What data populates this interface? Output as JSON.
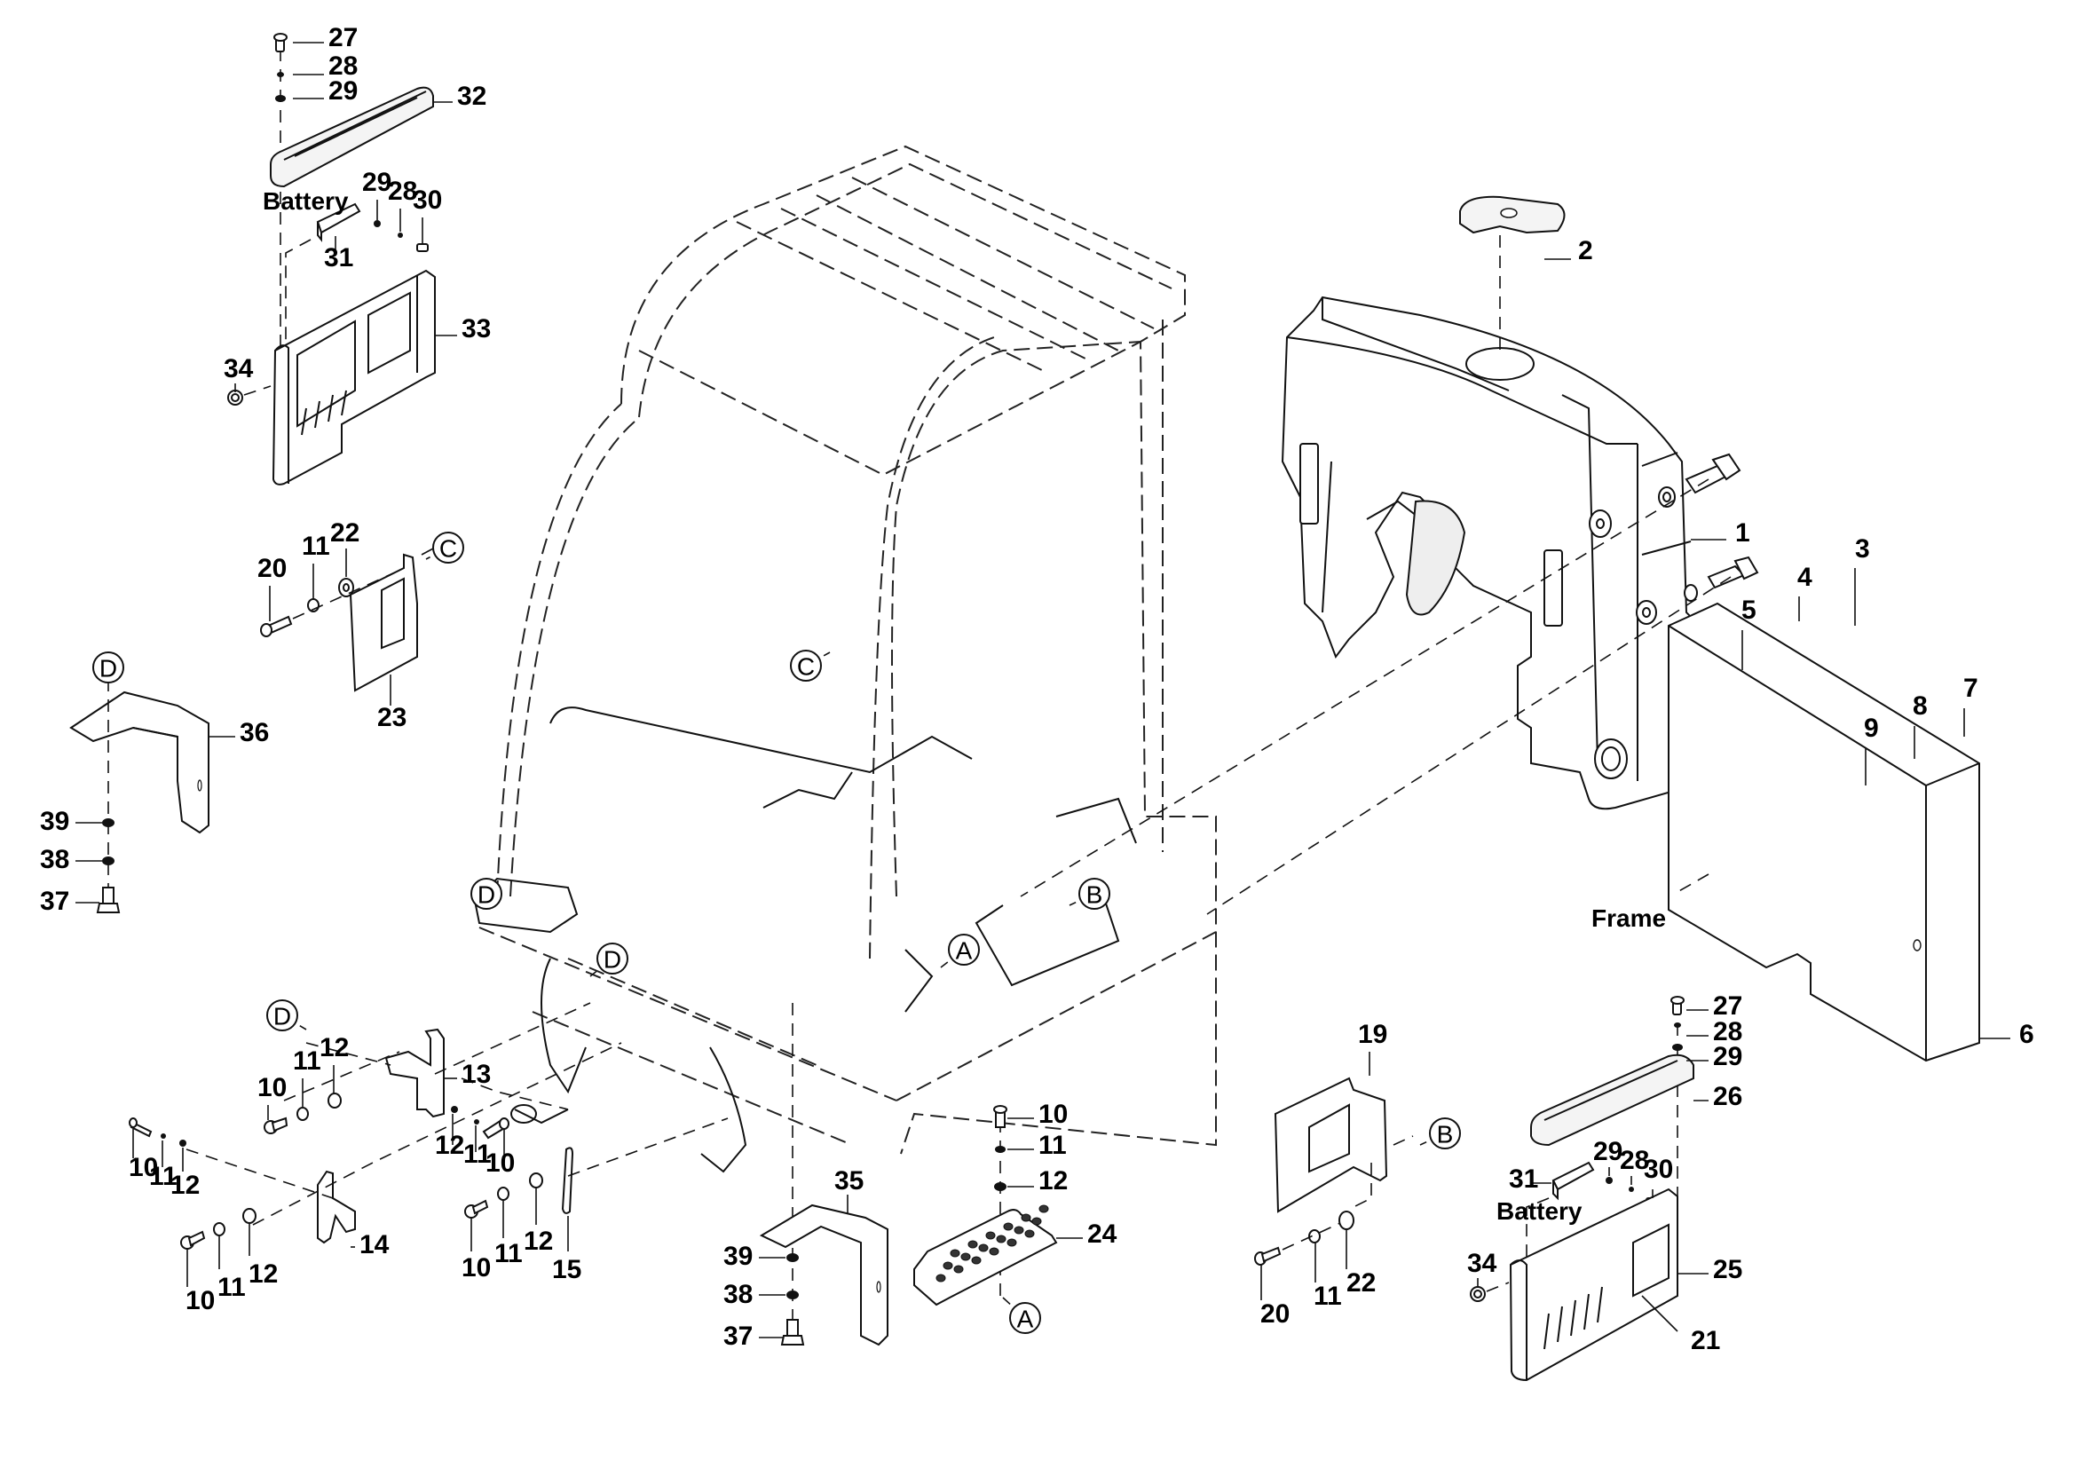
{
  "diagram": {
    "type": "exploded-parts-diagram",
    "subject": "Cab frame, counterweight and battery covers",
    "callouts": [
      {
        "id": "c1",
        "text": "1",
        "part": "counterweight"
      },
      {
        "id": "c2",
        "text": "2",
        "part": "counterweight-cap"
      },
      {
        "id": "c3",
        "text": "3",
        "part": "bolt"
      },
      {
        "id": "c4",
        "text": "4",
        "part": "lock-washer"
      },
      {
        "id": "c5",
        "text": "5",
        "part": "flat-washer"
      },
      {
        "id": "c6",
        "text": "6",
        "part": "frame-block"
      },
      {
        "id": "c7",
        "text": "7",
        "part": "bolt"
      },
      {
        "id": "c8",
        "text": "8",
        "part": "lock-washer"
      },
      {
        "id": "c9",
        "text": "9",
        "part": "flat-washer"
      },
      {
        "id": "c10a",
        "text": "10",
        "part": "bolt"
      },
      {
        "id": "c11a",
        "text": "11",
        "part": "lock-washer"
      },
      {
        "id": "c12a",
        "text": "12",
        "part": "washer"
      },
      {
        "id": "c13",
        "text": "13",
        "part": "bracket"
      },
      {
        "id": "c12b",
        "text": "12",
        "part": "washer"
      },
      {
        "id": "c11b",
        "text": "11",
        "part": "lock-washer"
      },
      {
        "id": "c10b",
        "text": "10",
        "part": "bolt"
      },
      {
        "id": "c10c",
        "text": "10",
        "part": "bolt"
      },
      {
        "id": "c11c",
        "text": "11",
        "part": "lock-washer"
      },
      {
        "id": "c12c",
        "text": "12",
        "part": "washer"
      },
      {
        "id": "c14",
        "text": "14",
        "part": "bracket"
      },
      {
        "id": "c10d",
        "text": "10",
        "part": "bolt"
      },
      {
        "id": "c11d",
        "text": "11",
        "part": "lock-washer"
      },
      {
        "id": "c12d",
        "text": "12",
        "part": "washer"
      },
      {
        "id": "c10e",
        "text": "10",
        "part": "bolt"
      },
      {
        "id": "c11e",
        "text": "11",
        "part": "lock-washer"
      },
      {
        "id": "c12e",
        "text": "12",
        "part": "washer"
      },
      {
        "id": "c15",
        "text": "15",
        "part": "strap"
      },
      {
        "id": "c10f",
        "text": "10",
        "part": "bolt"
      },
      {
        "id": "c11f",
        "text": "11",
        "part": "lock-washer"
      },
      {
        "id": "c12f",
        "text": "12",
        "part": "washer"
      },
      {
        "id": "c24",
        "text": "24",
        "part": "step-plate"
      },
      {
        "id": "c35",
        "text": "35",
        "part": "bracket"
      },
      {
        "id": "c39a",
        "text": "39",
        "part": "washer"
      },
      {
        "id": "c38a",
        "text": "38",
        "part": "lock-washer"
      },
      {
        "id": "c37a",
        "text": "37",
        "part": "bolt"
      },
      {
        "id": "c36",
        "text": "36",
        "part": "bracket"
      },
      {
        "id": "c39b",
        "text": "39",
        "part": "washer"
      },
      {
        "id": "c38b",
        "text": "38",
        "part": "lock-washer"
      },
      {
        "id": "c37b",
        "text": "37",
        "part": "bolt"
      },
      {
        "id": "c20a",
        "text": "20",
        "part": "bolt"
      },
      {
        "id": "c11g",
        "text": "11",
        "part": "lock-washer"
      },
      {
        "id": "c22a",
        "text": "22",
        "part": "washer"
      },
      {
        "id": "c23",
        "text": "23",
        "part": "bracket"
      },
      {
        "id": "c27a",
        "text": "27",
        "part": "screw"
      },
      {
        "id": "c28a",
        "text": "28",
        "part": "washer"
      },
      {
        "id": "c29a",
        "text": "29",
        "part": "washer"
      },
      {
        "id": "c32",
        "text": "32",
        "part": "handle"
      },
      {
        "id": "c29b",
        "text": "29",
        "part": "washer"
      },
      {
        "id": "c28b",
        "text": "28",
        "part": "washer"
      },
      {
        "id": "c30a",
        "text": "30",
        "part": "screw"
      },
      {
        "id": "c31a",
        "text": "31",
        "part": "bracket"
      },
      {
        "id": "c33",
        "text": "33",
        "part": "battery-cover"
      },
      {
        "id": "c34a",
        "text": "34",
        "part": "knob"
      },
      {
        "id": "c19",
        "text": "19",
        "part": "bracket"
      },
      {
        "id": "c20b",
        "text": "20",
        "part": "bolt"
      },
      {
        "id": "c11h",
        "text": "11",
        "part": "lock-washer"
      },
      {
        "id": "c22b",
        "text": "22",
        "part": "washer"
      },
      {
        "id": "c27b",
        "text": "27",
        "part": "screw"
      },
      {
        "id": "c28c",
        "text": "28",
        "part": "washer"
      },
      {
        "id": "c29c",
        "text": "29",
        "part": "washer"
      },
      {
        "id": "c26",
        "text": "26",
        "part": "handle"
      },
      {
        "id": "c29d",
        "text": "29",
        "part": "washer"
      },
      {
        "id": "c28d",
        "text": "28",
        "part": "washer"
      },
      {
        "id": "c30b",
        "text": "30",
        "part": "screw"
      },
      {
        "id": "c31b",
        "text": "31",
        "part": "bracket"
      },
      {
        "id": "c25",
        "text": "25",
        "part": "battery-cover"
      },
      {
        "id": "c21",
        "text": "21",
        "part": "inspection-lid"
      },
      {
        "id": "c34b",
        "text": "34",
        "part": "knob"
      }
    ],
    "reference_markers": [
      {
        "id": "rA1",
        "letter": "A"
      },
      {
        "id": "rA2",
        "letter": "A"
      },
      {
        "id": "rB1",
        "letter": "B"
      },
      {
        "id": "rB2",
        "letter": "B"
      },
      {
        "id": "rC1",
        "letter": "C"
      },
      {
        "id": "rC2",
        "letter": "C"
      },
      {
        "id": "rD1",
        "letter": "D"
      },
      {
        "id": "rD2",
        "letter": "D"
      },
      {
        "id": "rD3",
        "letter": "D"
      },
      {
        "id": "rD4",
        "letter": "D"
      }
    ],
    "text_labels": {
      "battery_top": "Battery",
      "battery_bottom": "Battery",
      "frame": "Frame"
    }
  }
}
